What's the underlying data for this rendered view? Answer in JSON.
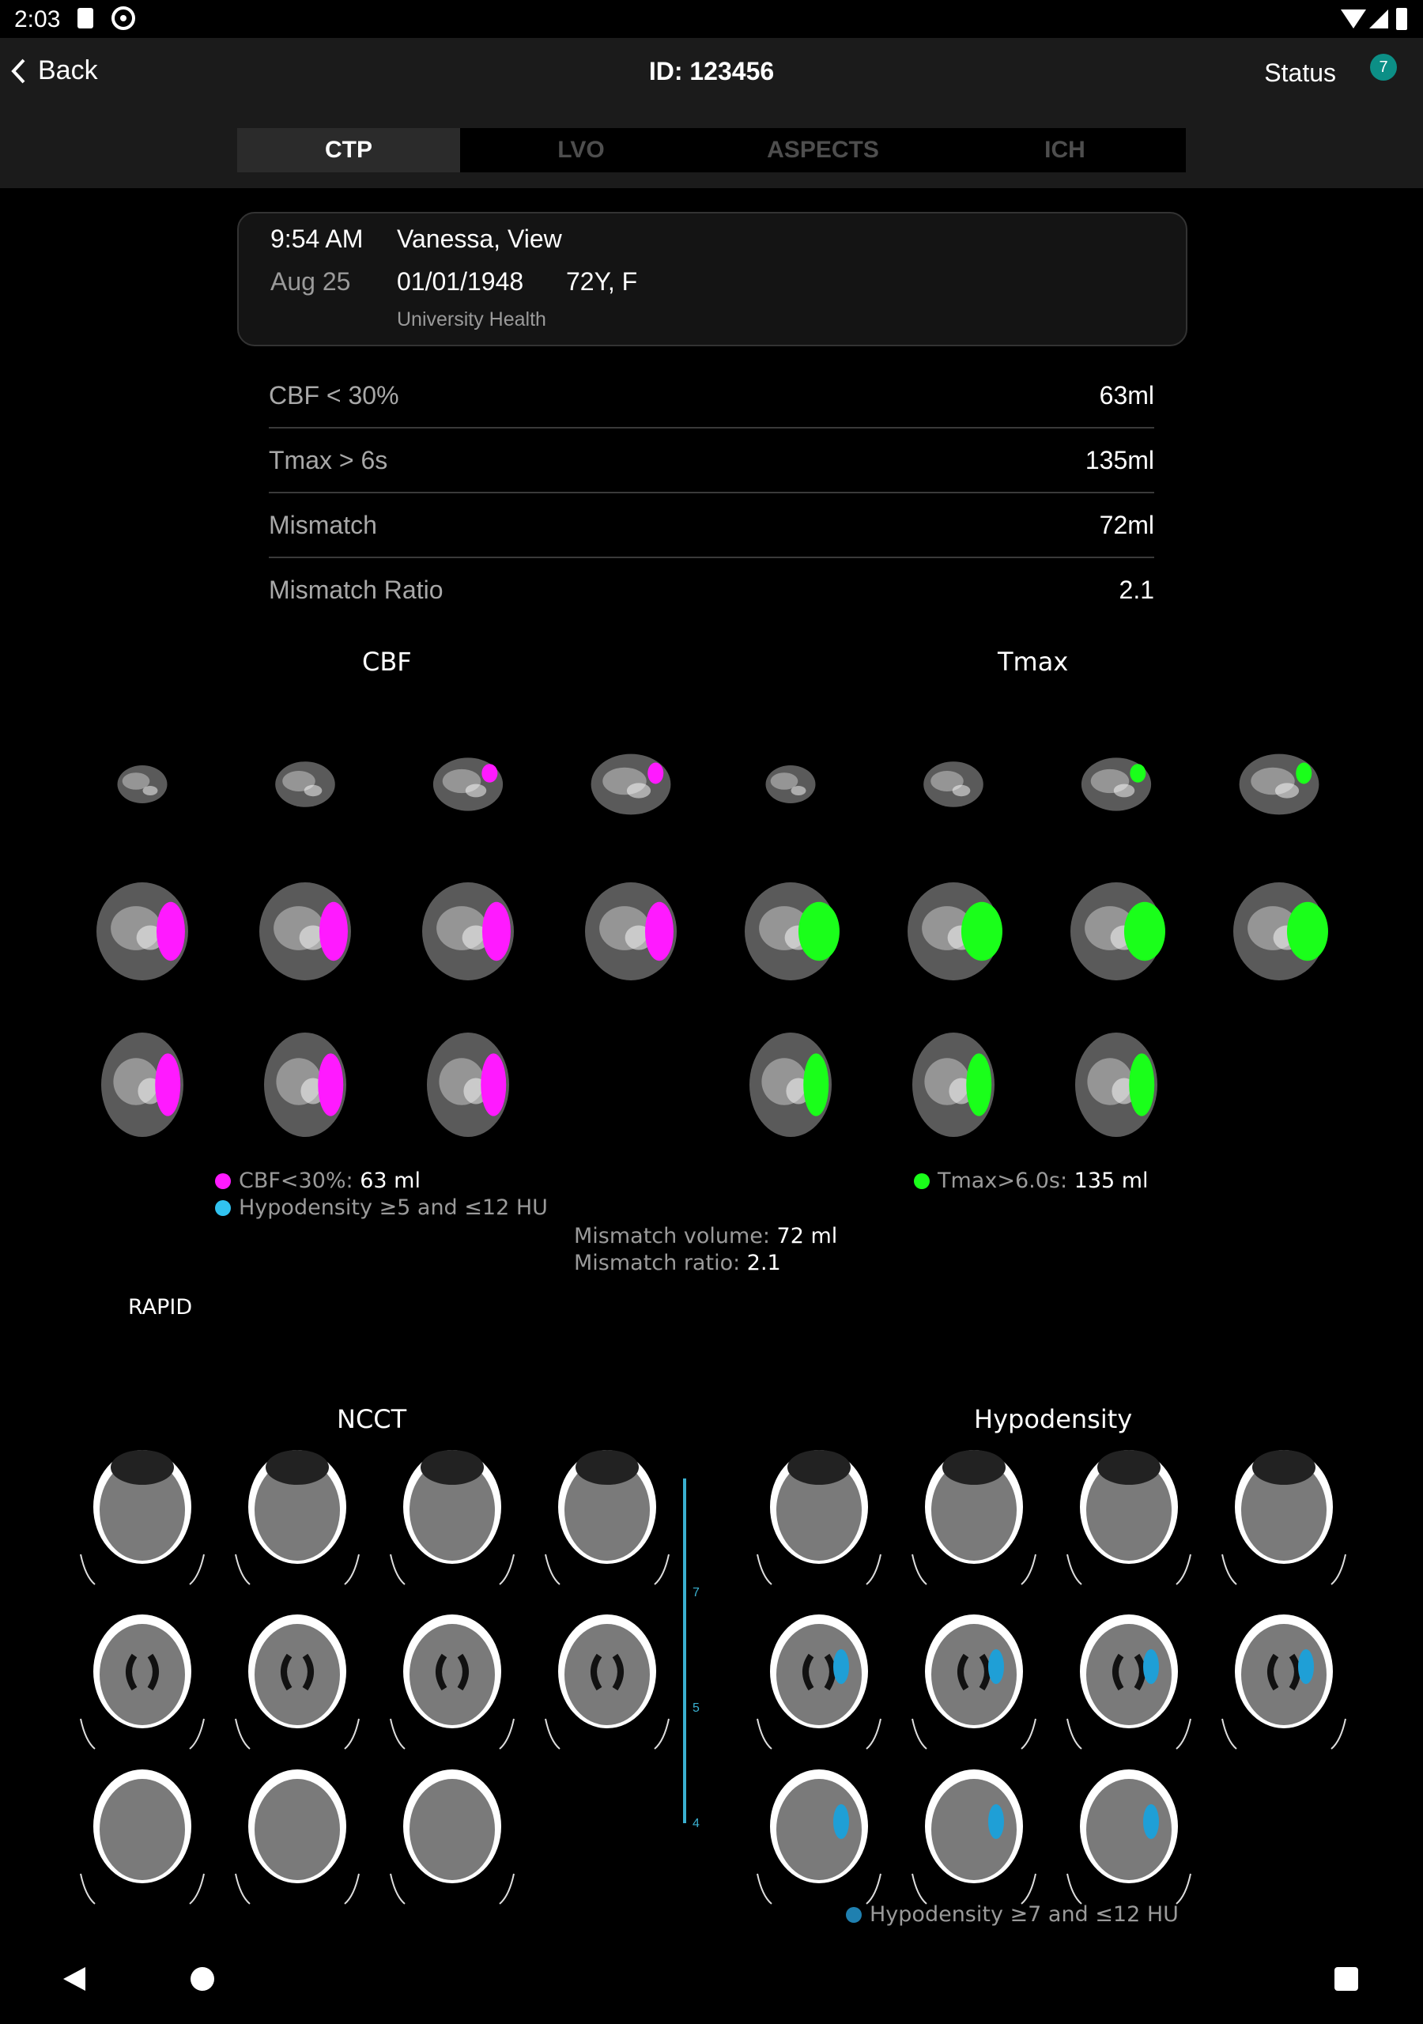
{
  "status_bar": {
    "time": "2:03"
  },
  "header": {
    "back_label": "Back",
    "title": "ID: 123456",
    "status_label": "Status",
    "status_count": "7"
  },
  "tabs": [
    {
      "label": "CTP",
      "active": true
    },
    {
      "label": "LVO",
      "active": false
    },
    {
      "label": "ASPECTS",
      "active": false
    },
    {
      "label": "ICH",
      "active": false
    }
  ],
  "patient": {
    "time": "9:54 AM",
    "date": "Aug 25",
    "name": "Vanessa, View",
    "dob": "01/01/1948",
    "age_sex": "72Y, F",
    "facility": "University Health"
  },
  "metrics": [
    {
      "label": "CBF < 30%",
      "value": "63ml"
    },
    {
      "label": "Tmax > 6s",
      "value": "135ml"
    },
    {
      "label": "Mismatch",
      "value": "72ml"
    },
    {
      "label": "Mismatch Ratio",
      "value": "2.1"
    }
  ],
  "perfusion": {
    "cbf_title": "CBF",
    "tmax_title": "Tmax",
    "legend_cbf_label": "CBF<30%: ",
    "legend_cbf_value": "63 ml",
    "legend_hypo_label": "Hypodensity ≥5 and ≤12 HU",
    "legend_tmax_label": "Tmax>6.0s: ",
    "legend_tmax_value": "135 ml",
    "mismatch_volume_label": "Mismatch volume: ",
    "mismatch_volume_value": "72 ml",
    "mismatch_ratio_label": "Mismatch ratio: ",
    "mismatch_ratio_value": "2.1",
    "brand": "RAPID",
    "colors": {
      "cbf": "#ff1aff",
      "tmax": "#1aff1a",
      "hypo": "#31c3f0"
    }
  },
  "ncct": {
    "ncct_title": "NCCT",
    "hypo_title": "Hypodensity",
    "scale_ticks": [
      "7",
      "5",
      "4"
    ],
    "legend_hypo": "Hypodensity ≥7 and ≤12 HU",
    "colors": {
      "scale": "#3ab0d0",
      "hypo": "#1f9fd6"
    }
  },
  "nav": {
    "back_icon": "triangle-back-icon",
    "home_icon": "circle-home-icon",
    "recents_icon": "square-recents-icon"
  }
}
